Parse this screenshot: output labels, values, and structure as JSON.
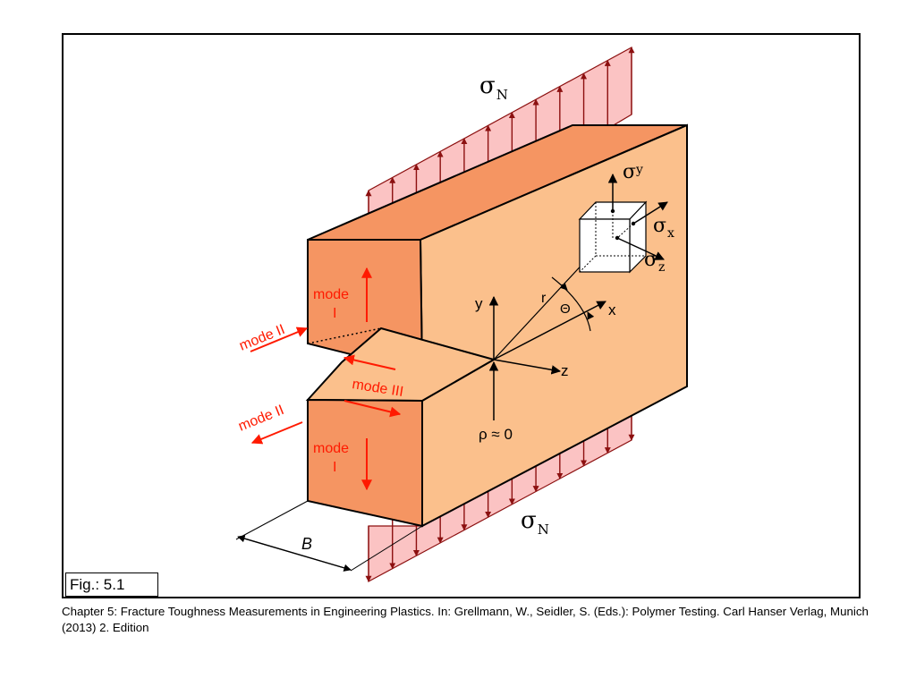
{
  "labels": {
    "sigma_top": "σ",
    "sigma_top_sub": "N",
    "sigma_bottom": "σ",
    "sigma_bottom_sub": "N",
    "sigma_y": "σ",
    "sigma_y_sub": "y",
    "sigma_x": "σ",
    "sigma_x_sub": "x",
    "sigma_z": "σ",
    "sigma_z_sub": "z",
    "axis_y": "y",
    "axis_x": "x",
    "axis_z": "z",
    "r": "r",
    "theta": "Θ",
    "rho": "ρ ≈ 0",
    "mode_i_top_line1": "mode",
    "mode_i_top_line2": "I",
    "mode_i_bottom_line1": "mode",
    "mode_i_bottom_line2": "I",
    "mode_ii_top": "mode II",
    "mode_ii_bottom": "mode II",
    "mode_iii": "mode III",
    "width_b": "B"
  },
  "fig_label": "Fig.: 5.1",
  "caption": "Chapter 5: Fracture Toughness Measurements in Engineering Plastics. In: Grellmann, W., Seidler, S. (Eds.): Polymer Testing. Carl Hanser Verlag, Munich (2013) 2. Edition",
  "colors": {
    "front_face": "#fbc08c",
    "side_face": "#f59562",
    "load_fill": "#fbc3c3",
    "load_arrow": "#8c1010",
    "mode_red": "#ff1a00"
  }
}
